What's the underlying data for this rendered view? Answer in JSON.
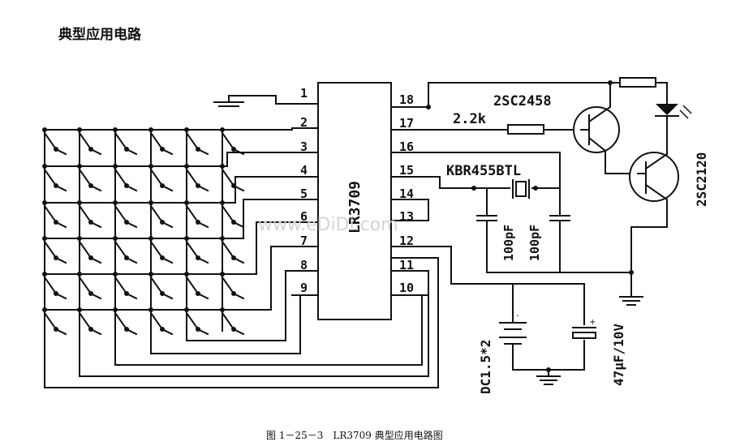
{
  "title": "典型应用电路",
  "caption": "图 1－25－3　LR3709 典型应用电路图",
  "ic": {
    "name": "LR3709",
    "left_pins": [
      "1",
      "2",
      "3",
      "4",
      "5",
      "6",
      "7",
      "8",
      "9"
    ],
    "right_pins": [
      "18",
      "17",
      "16",
      "15",
      "14",
      "13",
      "12",
      "11",
      "10"
    ]
  },
  "components": {
    "resistor_2k2": "2.2k",
    "transistor_q1": "2SC2458",
    "transistor_q2": "2SC2120",
    "resonator": "KBR455BTL",
    "cap1": "100pF",
    "cap2": "100pF",
    "battery": "DC1.5*2",
    "electrolytic": "47μF/10V"
  },
  "keypad": {
    "rows": 6,
    "cols": 6
  },
  "watermark": "www.eDiDi.com"
}
